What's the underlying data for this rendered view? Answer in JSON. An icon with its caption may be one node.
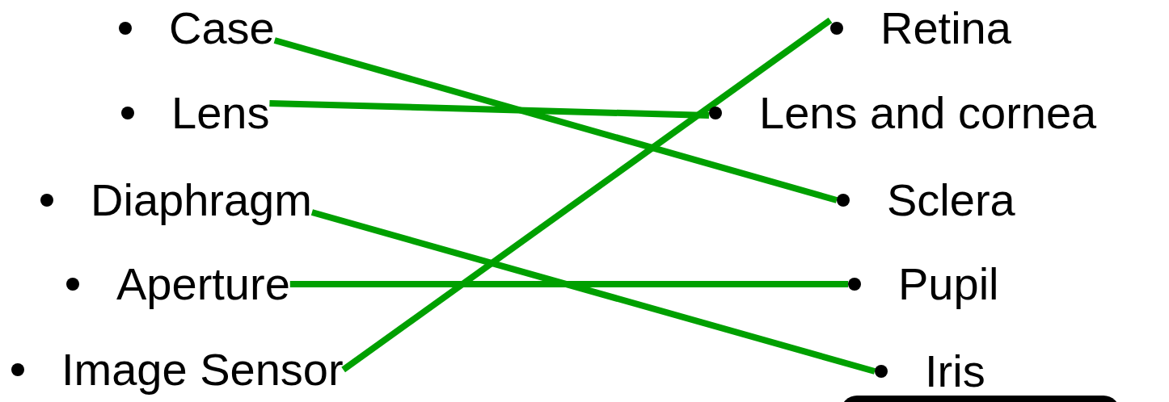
{
  "diagram": {
    "nodes": [
      {
        "text": [
          "Case"
        ]
      },
      {
        "text": [
          "Lens"
        ]
      },
      {
        "text": [
          "Diaphragm"
        ]
      },
      {
        "text": [
          "Aperture"
        ]
      },
      {
        "text": [
          "Image Sensor"
        ]
      },
      {
        "text": [
          "Retina"
        ]
      },
      {
        "text": [
          "Lens and cornea"
        ]
      },
      {
        "text": [
          "Sclera"
        ]
      },
      {
        "text": [
          "Pupil"
        ]
      },
      {
        "text": [
          "Iris"
        ]
      }
    ],
    "edges": [
      {
        "from": 0,
        "to": 7,
        "arrow": "none"
      },
      {
        "from": 1,
        "to": 6,
        "arrow": "none"
      },
      {
        "from": 2,
        "to": 9,
        "arrow": "none"
      },
      {
        "from": 3,
        "to": 8,
        "arrow": "none"
      },
      {
        "from": 4,
        "to": 5,
        "arrow": "none"
      }
    ]
  }
}
